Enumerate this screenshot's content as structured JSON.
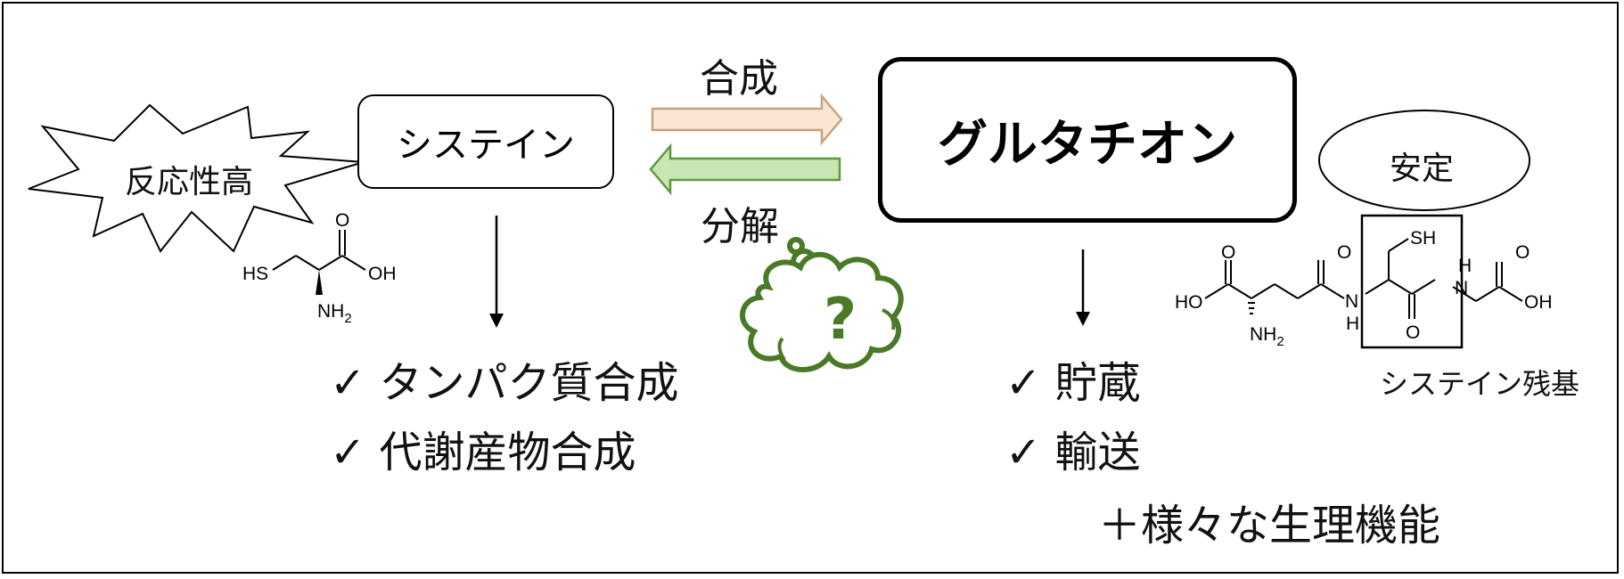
{
  "cysteine_label": "システイン",
  "reactivity_label": "反応性高",
  "synthesis_label": "合成",
  "degradation_label": "分解",
  "question_mark": "?",
  "glutathione_label": "グルタチオン",
  "stable_label": "安定",
  "cysteine_residue_label": "システイン残基",
  "cysteine_uses": [
    "✓ タンパク質合成",
    "✓ 代謝産物合成"
  ],
  "glutathione_uses": [
    "✓ 貯蔵",
    "✓ 輸送"
  ],
  "more_functions": "＋様々な生理機能",
  "cysteine_structure": {
    "hs": "HS",
    "o": "O",
    "oh": "OH",
    "nh2": "NH2"
  },
  "glutathione_structure": {
    "ho": "HO",
    "o": "O",
    "sh": "SH",
    "h": "H",
    "n": "N",
    "nh2": "NH2",
    "oh": "OH"
  },
  "colors": {
    "synthesis_arrow_fill": "#fbe6d4",
    "synthesis_arrow_stroke": "#c8a280",
    "degradation_arrow_fill": "#c9e5b4",
    "degradation_arrow_stroke": "#5e9a3a",
    "thought_cloud": "#4a7a28"
  }
}
